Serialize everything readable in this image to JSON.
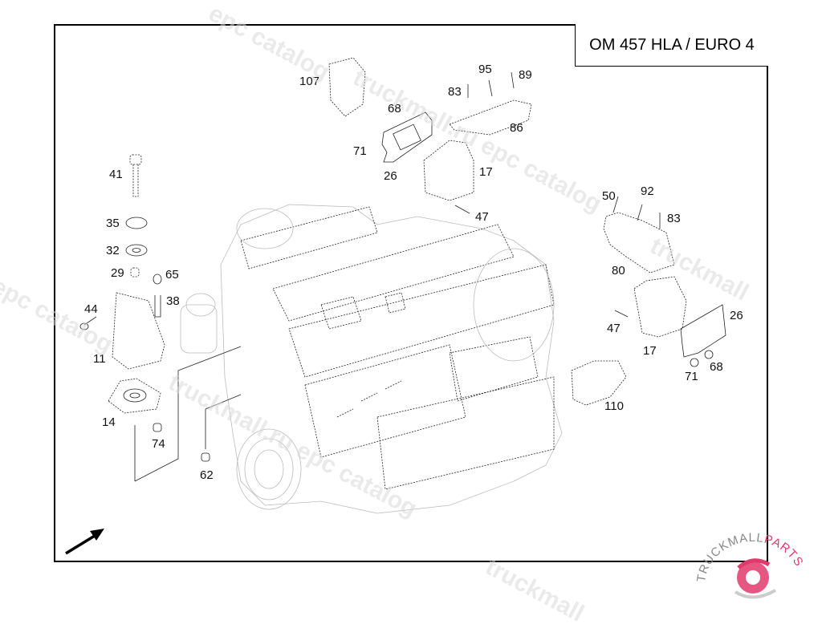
{
  "diagram": {
    "title": "OM 457 HLA / EURO 4",
    "subject": "engine mounting parts exploded view",
    "callouts": [
      {
        "id": "107",
        "part": "bracket-upper-left"
      },
      {
        "id": "95",
        "part": "bolt"
      },
      {
        "id": "89",
        "part": "bolt"
      },
      {
        "id": "83",
        "part": "bolt"
      },
      {
        "id": "68",
        "part": "nut"
      },
      {
        "id": "71",
        "part": "nut"
      },
      {
        "id": "26",
        "part": "plate"
      },
      {
        "id": "86",
        "part": "bracket-arm"
      },
      {
        "id": "17",
        "part": "engine-mount"
      },
      {
        "id": "47",
        "part": "bolt"
      },
      {
        "id": "41",
        "part": "bolt"
      },
      {
        "id": "35",
        "part": "washer"
      },
      {
        "id": "32",
        "part": "washer"
      },
      {
        "id": "29",
        "part": "sleeve"
      },
      {
        "id": "65",
        "part": "nut"
      },
      {
        "id": "38",
        "part": "bolt"
      },
      {
        "id": "44",
        "part": "bolt"
      },
      {
        "id": "11",
        "part": "bracket-front"
      },
      {
        "id": "14",
        "part": "rubber-mount"
      },
      {
        "id": "74",
        "part": "nut"
      },
      {
        "id": "62",
        "part": "nut"
      },
      {
        "id": "50",
        "part": "bolt"
      },
      {
        "id": "92",
        "part": "bolt"
      },
      {
        "id": "83",
        "part": "bolt"
      },
      {
        "id": "80",
        "part": "bracket-rear"
      },
      {
        "id": "47",
        "part": "bolt"
      },
      {
        "id": "17",
        "part": "engine-mount"
      },
      {
        "id": "26",
        "part": "plate"
      },
      {
        "id": "71",
        "part": "nut"
      },
      {
        "id": "68",
        "part": "nut"
      },
      {
        "id": "110",
        "part": "bracket-lower-right"
      }
    ],
    "watermarks": [
      "truckmall.ru epc catalog",
      "epc catalog",
      "truckmall.ru epc catalog",
      "epc catalog",
      "truckmall"
    ],
    "logo": {
      "text_dark": "TRUCKMALL",
      "text_accent": "PARTS",
      "accent_color": "#e0396b",
      "dark_color": "#888888"
    },
    "direction_arrow": "arrow-up-right-icon"
  }
}
